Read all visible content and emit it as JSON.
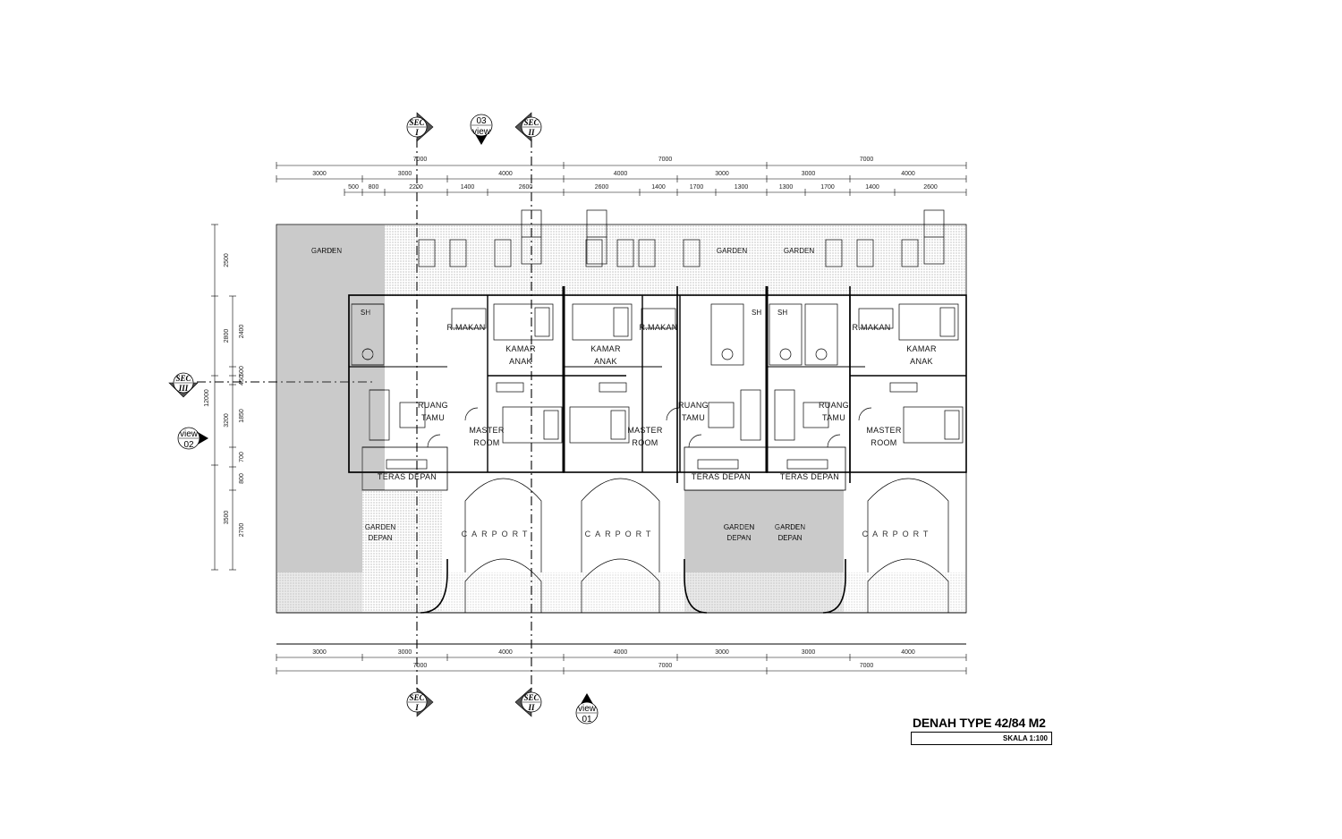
{
  "drawing": {
    "title": "DENAH TYPE 42/84 M2",
    "scale": "SKALA 1:100"
  },
  "rooms": {
    "garden": "GARDEN",
    "sh": "SH",
    "dining": "R.MAKAN",
    "kid_room": [
      "KAMAR",
      "ANAK"
    ],
    "living": [
      "RUANG",
      "TAMU"
    ],
    "master": [
      "MASTER",
      "ROOM"
    ],
    "terrace": "TERAS DEPAN",
    "front_garden": [
      "GARDEN",
      "DEPAN"
    ],
    "carport": "CARPORT"
  },
  "markers": {
    "sec1": [
      "SEC",
      "I"
    ],
    "sec2": [
      "SEC",
      "II"
    ],
    "sec3": [
      "SEC",
      "III"
    ],
    "view01": [
      "view",
      "01"
    ],
    "view02": [
      "view",
      "02"
    ],
    "view03": [
      "03",
      "view"
    ]
  },
  "dimensions": {
    "top_overall": [
      "7000",
      "7000",
      "7000"
    ],
    "top_mid": [
      "3000",
      "3000",
      "4000",
      "4000",
      "3000",
      "3000",
      "4000"
    ],
    "top_detail": [
      "500",
      "800",
      "2200",
      "1400",
      "2600",
      "2600",
      "1400",
      "1700",
      "1300",
      "1300",
      "1700",
      "1400",
      "2600"
    ],
    "left_outer": [
      "2500",
      "2800",
      "3200",
      "3500"
    ],
    "left_inner": [
      "2400",
      "500",
      "450",
      "1850",
      "700",
      "800",
      "2700"
    ],
    "left_total": "12000",
    "bottom_mid": [
      "3000",
      "3000",
      "4000",
      "4000",
      "3000",
      "3000",
      "4000"
    ],
    "bottom_overall": [
      "7000",
      "7000",
      "7000"
    ]
  }
}
